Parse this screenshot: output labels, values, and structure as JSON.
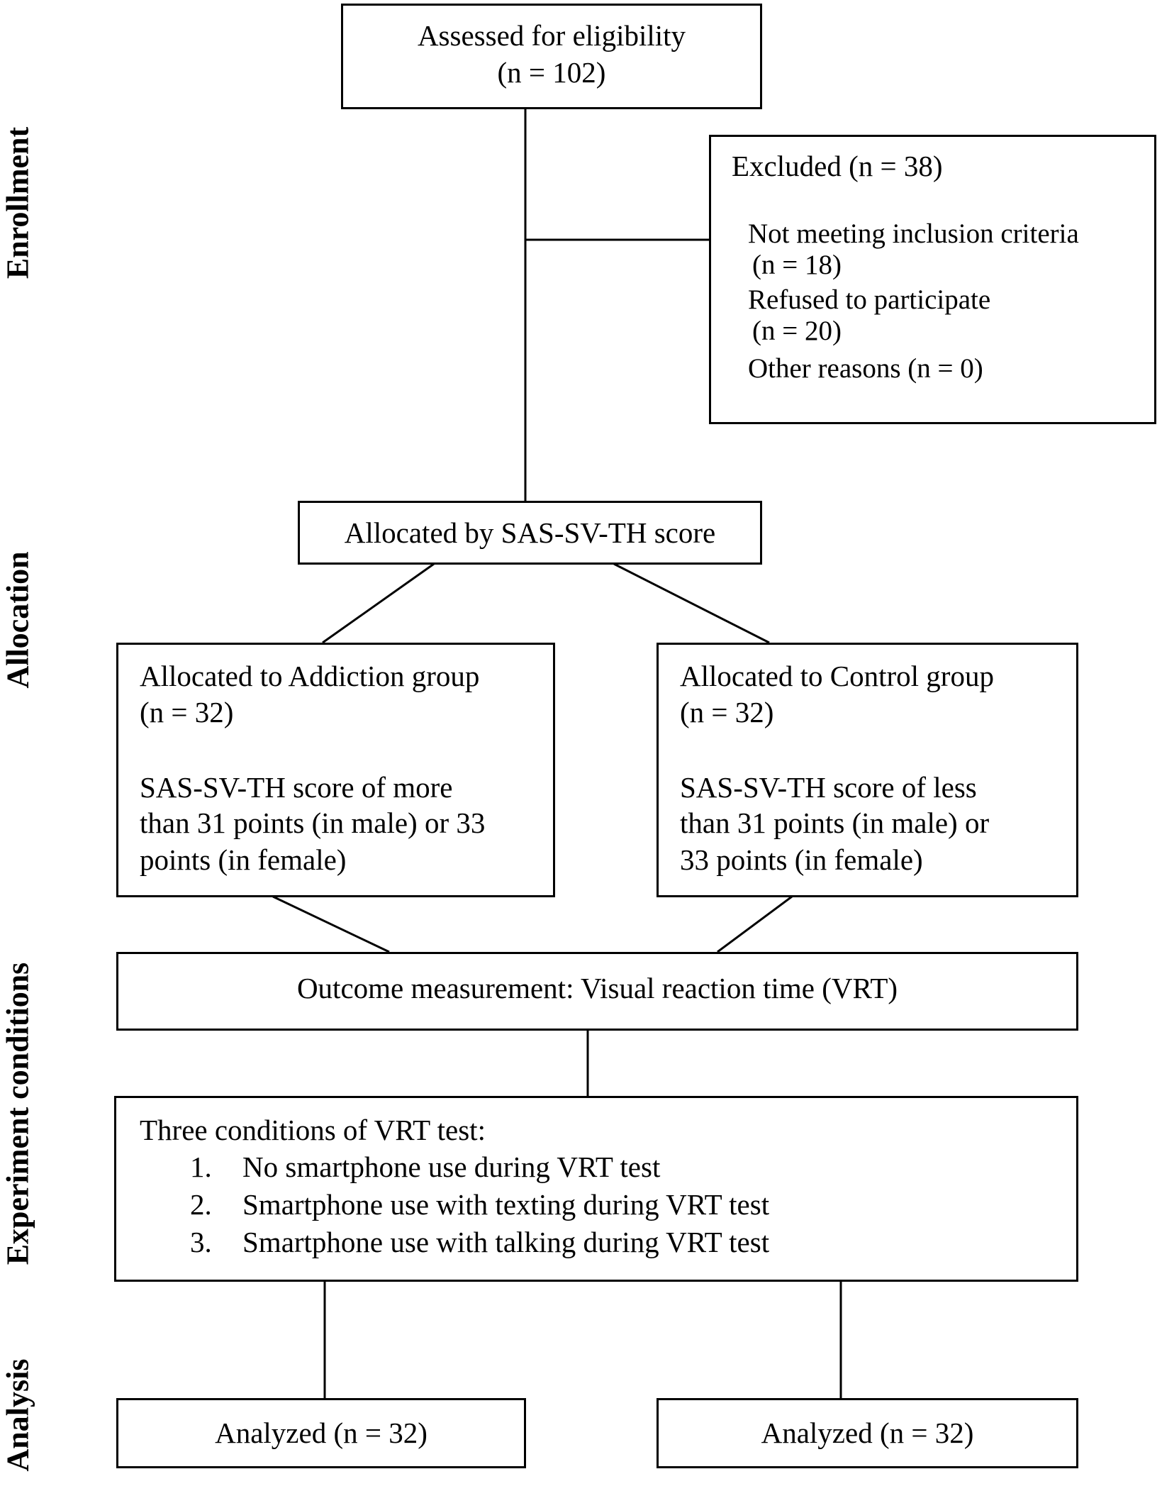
{
  "phases": {
    "enrollment": "Enrollment",
    "allocation": "Allocation",
    "experiment": "Experiment conditions",
    "analysis": "Analysis"
  },
  "assessed": {
    "line1": "Assessed for eligibility",
    "line2": "(n = 102)"
  },
  "excluded": {
    "title": "Excluded (n = 38)",
    "r1_a": "Not meeting inclusion criteria",
    "r1_b": "(n = 18)",
    "r2_a": "Refused to participate",
    "r2_b": "(n = 20)",
    "r3": "Other reasons (n = 0)"
  },
  "allocated": "Allocated by SAS-SV-TH score",
  "addiction": {
    "l1": "Allocated to Addiction group",
    "l2": "(n = 32)",
    "l3": "SAS-SV-TH score of more",
    "l4": "than 31 points (in male) or 33",
    "l5": "points (in female)"
  },
  "control": {
    "l1": "Allocated to Control group",
    "l2": "(n = 32)",
    "l3": "SAS-SV-TH score of less",
    "l4": "than 31 points (in male) or",
    "l5": "33 points (in female)"
  },
  "outcome": "Outcome measurement: Visual reaction time (VRT)",
  "conditions": {
    "title": "Three conditions of  VRT test:",
    "items": [
      {
        "n": "1.",
        "text": "No smartphone use during VRT test"
      },
      {
        "n": "2.",
        "text": "Smartphone use with texting during VRT test"
      },
      {
        "n": "3.",
        "text": "Smartphone use with talking during VRT test"
      }
    ]
  },
  "analyzed_left": "Analyzed (n = 32)",
  "analyzed_right": "Analyzed (n = 32)"
}
